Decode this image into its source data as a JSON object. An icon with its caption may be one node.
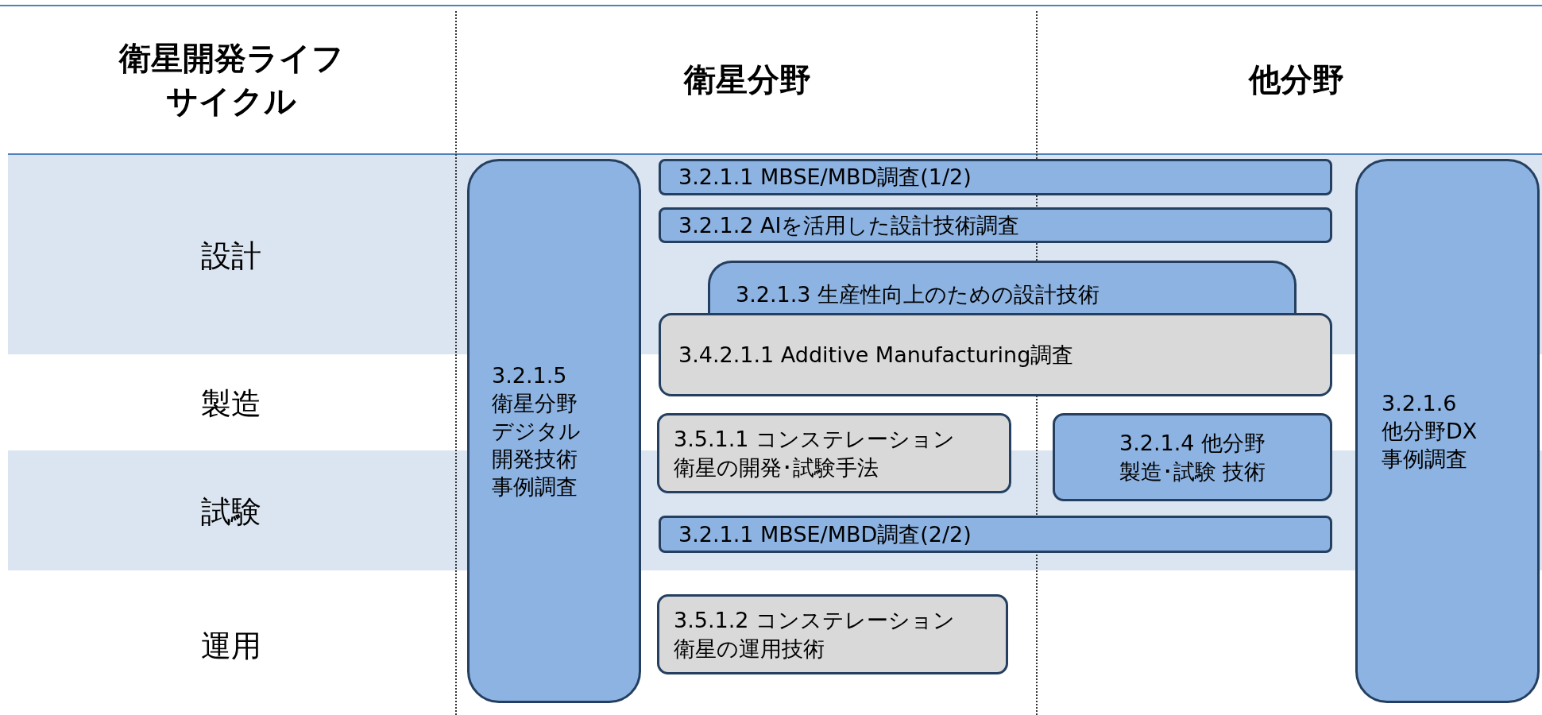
{
  "diagram": {
    "nodes": [
      {
        "text": [
          "3.2.1.5 衛星分野デジタル開発技術事例調査"
        ]
      },
      {
        "text": [
          "3.2.1.1 MBSE/MBD調査(1/2)"
        ]
      },
      {
        "text": [
          "3.2.1.2 AIを活用した設計技術調査"
        ]
      },
      {
        "text": [
          "3.2.1.3 生産性向上のための設計技術"
        ]
      },
      {
        "text": [
          "3.4.2.1.1 Additive Manufacturing調査"
        ]
      },
      {
        "text": [
          "3.5.1.1 コンステレーション衛星の開発･試験手法"
        ]
      },
      {
        "text": [
          "3.2.1.4 他分野製造･試験 技術"
        ]
      },
      {
        "text": [
          "3.2.1.1 MBSE/MBD調査(2/2)"
        ]
      },
      {
        "text": [
          "3.5.1.2 コンステレーション衛星の運用技術"
        ]
      },
      {
        "text": [
          "3.2.1.6 他分野DX事例調査"
        ]
      }
    ],
    "labels": [
      "衛星開発ライフサイクル",
      "衛星分野",
      "他分野",
      "設計",
      "製造",
      "試験",
      "運用"
    ]
  }
}
